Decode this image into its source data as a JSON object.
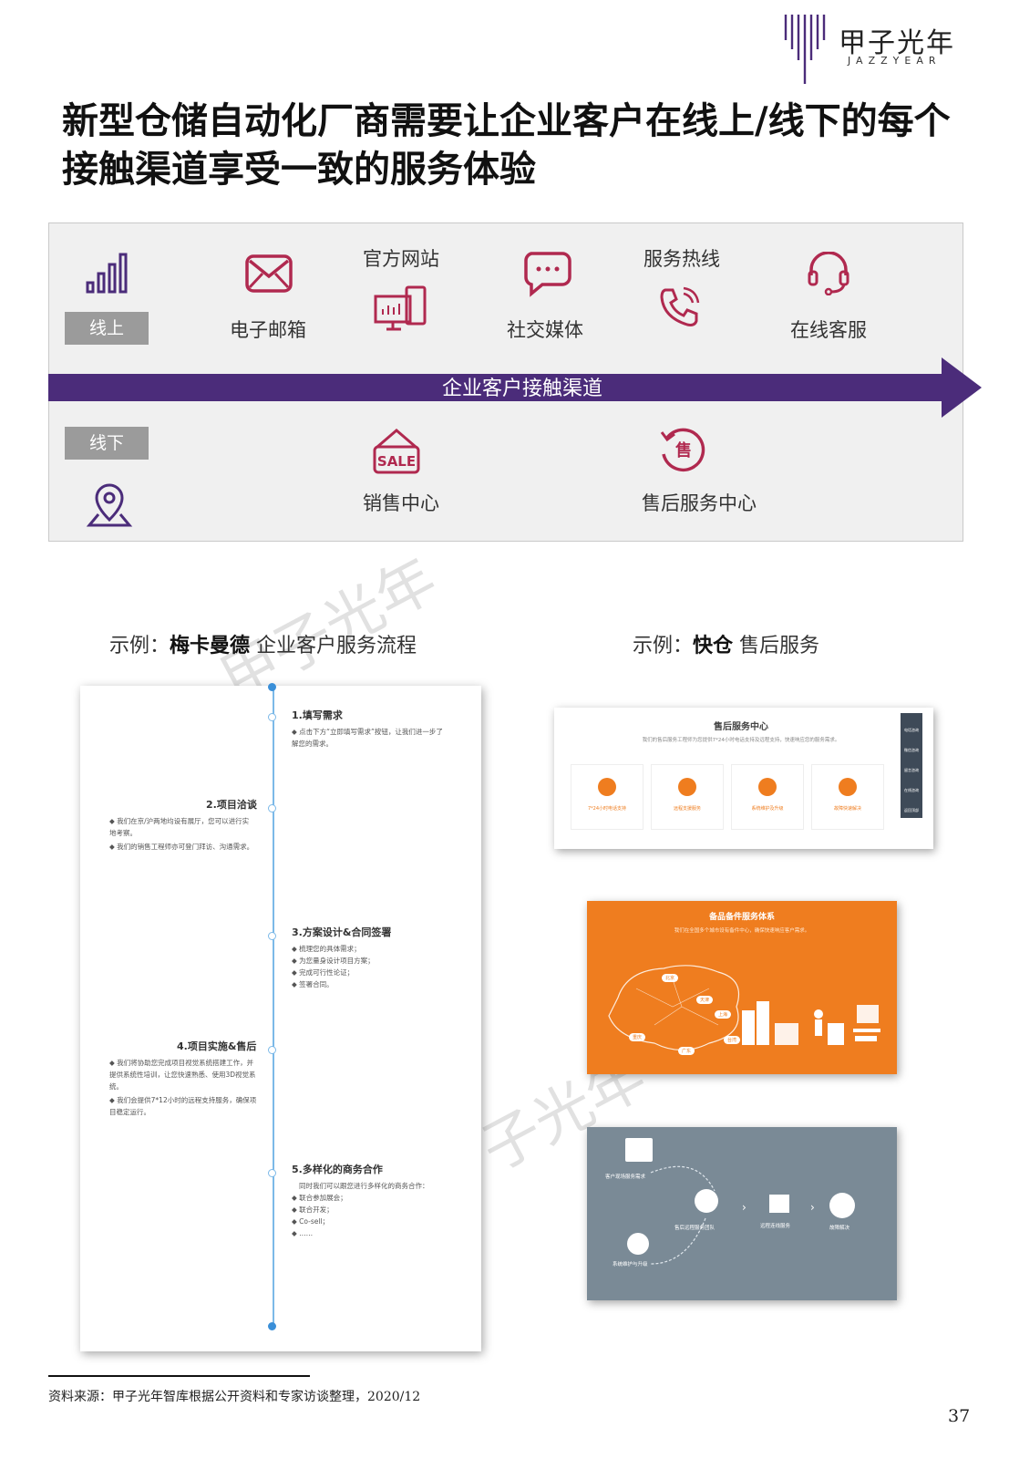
{
  "brand": {
    "name_cn": "甲子光年",
    "name_en": "JAZZYEAR",
    "color": "#4b2c7a"
  },
  "title": "新型仓储自动化厂商需要让企业客户在线上/线下的每个接触渠道享受一致的服务体验",
  "channels": {
    "online_tag": "线上",
    "offline_tag": "线下",
    "arrow_label": "企业客户接触渠道",
    "online": [
      {
        "label": "电子邮箱",
        "icon": "mail-icon"
      },
      {
        "label": "官方网站",
        "icon": "website-icon"
      },
      {
        "label": "社交媒体",
        "icon": "chat-icon"
      },
      {
        "label": "服务热线",
        "icon": "phone-icon"
      },
      {
        "label": "在线客服",
        "icon": "headset-icon"
      }
    ],
    "offline": [
      {
        "label": "销售中心",
        "icon": "sale-sign-icon"
      },
      {
        "label": "售后服务中心",
        "icon": "after-sale-icon"
      }
    ],
    "accent_color": "#4b2c7a"
  },
  "example_left": {
    "prefix": "示例：",
    "company": "梅卡曼德",
    "suffix": " 企业客户服务流程"
  },
  "example_right": {
    "prefix": "示例：",
    "company": "快仓",
    "suffix": " 售后服务"
  },
  "flow": {
    "steps": [
      {
        "title": "1.填写需求",
        "bullets": [
          "◆ 点击下方“立即填写需求”按钮，让我们进一步了解您的需求。"
        ]
      },
      {
        "title": "2.项目洽谈",
        "bullets": [
          "◆ 我们在京/沪两地均设有展厅，您可以进行实地考察。",
          "◆ 我们的销售工程师亦可登门拜访、沟通需求。"
        ]
      },
      {
        "title": "3.方案设计&合同签署",
        "bullets": [
          "◆ 梳理您的具体需求；",
          "◆ 为您量身设计项目方案；",
          "◆ 完成可行性论证；",
          "◆ 签署合同。"
        ]
      },
      {
        "title": "4.项目实施&售后",
        "bullets": [
          "◆ 我们将协助您完成项目视觉系统搭建工作，并提供系统性培训，让您快速熟悉、使用3D视觉系统。",
          "◆ 我们会提供7*12小时的远程支持服务，确保项目稳定运行。"
        ]
      },
      {
        "title": "5.多样化的商务合作",
        "bullets": [
          "同时我们可以跟您进行多样化的商务合作：",
          "◆ 联合参加展会；",
          "◆ 联合开发；",
          "◆ Co-sell；",
          "◆ ……"
        ]
      }
    ]
  },
  "card1": {
    "title": "售后服务中心",
    "desc": "我们的售后服务工程师为您提供7*24小时电话支持及远程支持，快速响应您的服务需求。",
    "items": [
      "7*24小时电话支持",
      "远程支援服务",
      "系统维护及升级",
      "故障快速解决"
    ],
    "side": [
      "电话咨询",
      "微信咨询",
      "留言咨询",
      "在线咨询",
      "返回顶部"
    ]
  },
  "card2": {
    "title": "备品备件服务体系",
    "desc": "我们在全国多个城市设有备件中心，确保快速响应客户需求。",
    "cities": [
      "北京",
      "天津",
      "上海",
      "广东",
      "重庆",
      "台湾"
    ]
  },
  "card3": {
    "nodes": [
      "客户现场服务需求",
      "售后远程服务团队",
      "远程连线服务",
      "故障解决",
      "系统维护与升级"
    ]
  },
  "source": "资料来源：甲子光年智库根据公开资料和专家访谈整理，2020/12",
  "page_number": "37"
}
